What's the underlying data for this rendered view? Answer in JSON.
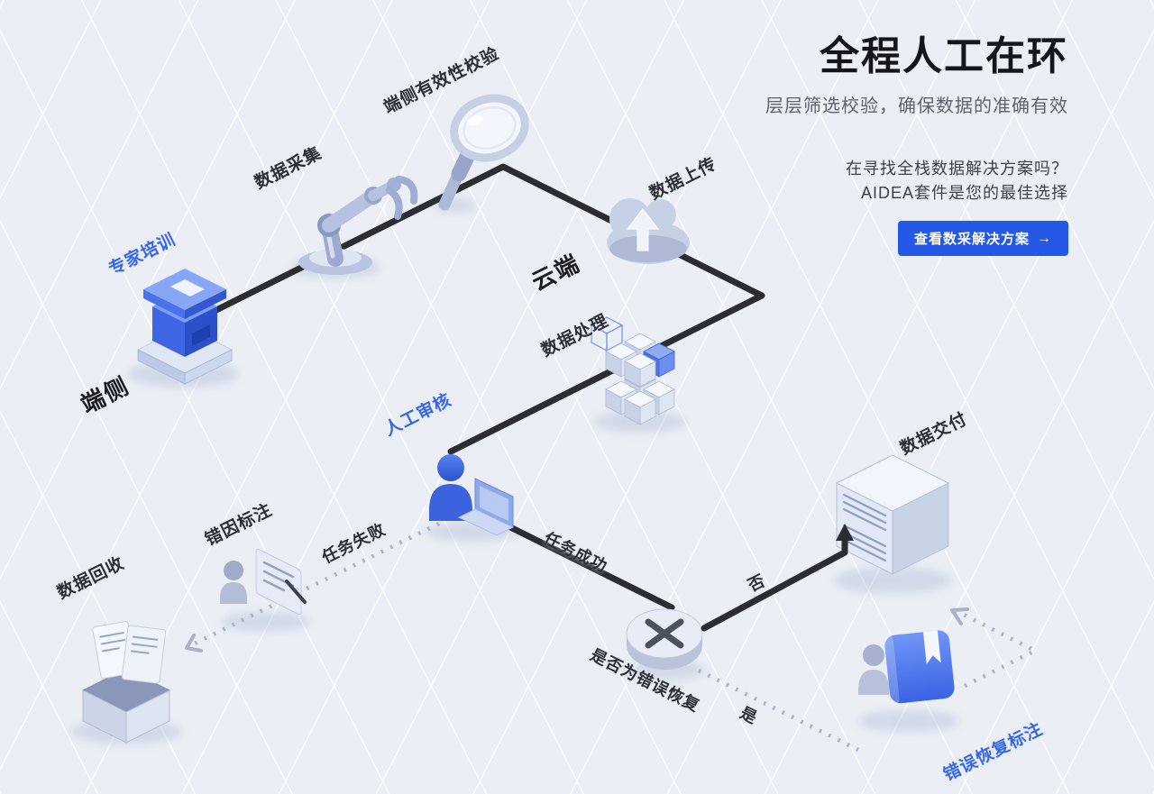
{
  "page": {
    "background": "#ebeff5",
    "grid_line_color": "#ffffff"
  },
  "header": {
    "title": "全程人工在环",
    "subtitle": "层层筛选校验，确保数据的准确有效",
    "pitch_line1": "在寻找全栈数据解决方案吗？",
    "pitch_line2": "AIDEA套件是您的最佳选择",
    "cta": {
      "label": "查看数采解决方案",
      "arrow": "→",
      "color": "#2459e8"
    }
  },
  "diagram": {
    "labels": [
      {
        "text": "专家培训",
        "style": "blue"
      },
      {
        "text": "数据采集",
        "style": "dark"
      },
      {
        "text": "端侧有效性校验",
        "style": "dark"
      },
      {
        "text": "数据上传",
        "style": "dark"
      },
      {
        "text": "云端",
        "style": "zone"
      },
      {
        "text": "数据处理",
        "style": "dark"
      },
      {
        "text": "端侧",
        "style": "zone"
      },
      {
        "text": "人工审核",
        "style": "blue"
      },
      {
        "text": "错因标注",
        "style": "dark"
      },
      {
        "text": "任务失败",
        "style": "dark"
      },
      {
        "text": "任务成功",
        "style": "dark"
      },
      {
        "text": "数据回收",
        "style": "dark"
      },
      {
        "text": "是否为错误恢复",
        "style": "dark"
      },
      {
        "text": "否",
        "style": "dark"
      },
      {
        "text": "是",
        "style": "dark"
      },
      {
        "text": "数据交付",
        "style": "dark"
      },
      {
        "text": "错误恢复标注",
        "style": "blue"
      }
    ],
    "icons": [
      "graduation-podium-icon",
      "robot-arm-icon",
      "magnifier-icon",
      "cloud-upload-icon",
      "cube-stack-icon",
      "reviewer-person-icon",
      "error-doc-person-icon",
      "recycle-box-icon",
      "decision-x-icon",
      "server-icon",
      "recovery-book-person-icon"
    ],
    "line_colors": {
      "solid": "#2b2d33",
      "dotted": "#a9b2c8"
    }
  }
}
